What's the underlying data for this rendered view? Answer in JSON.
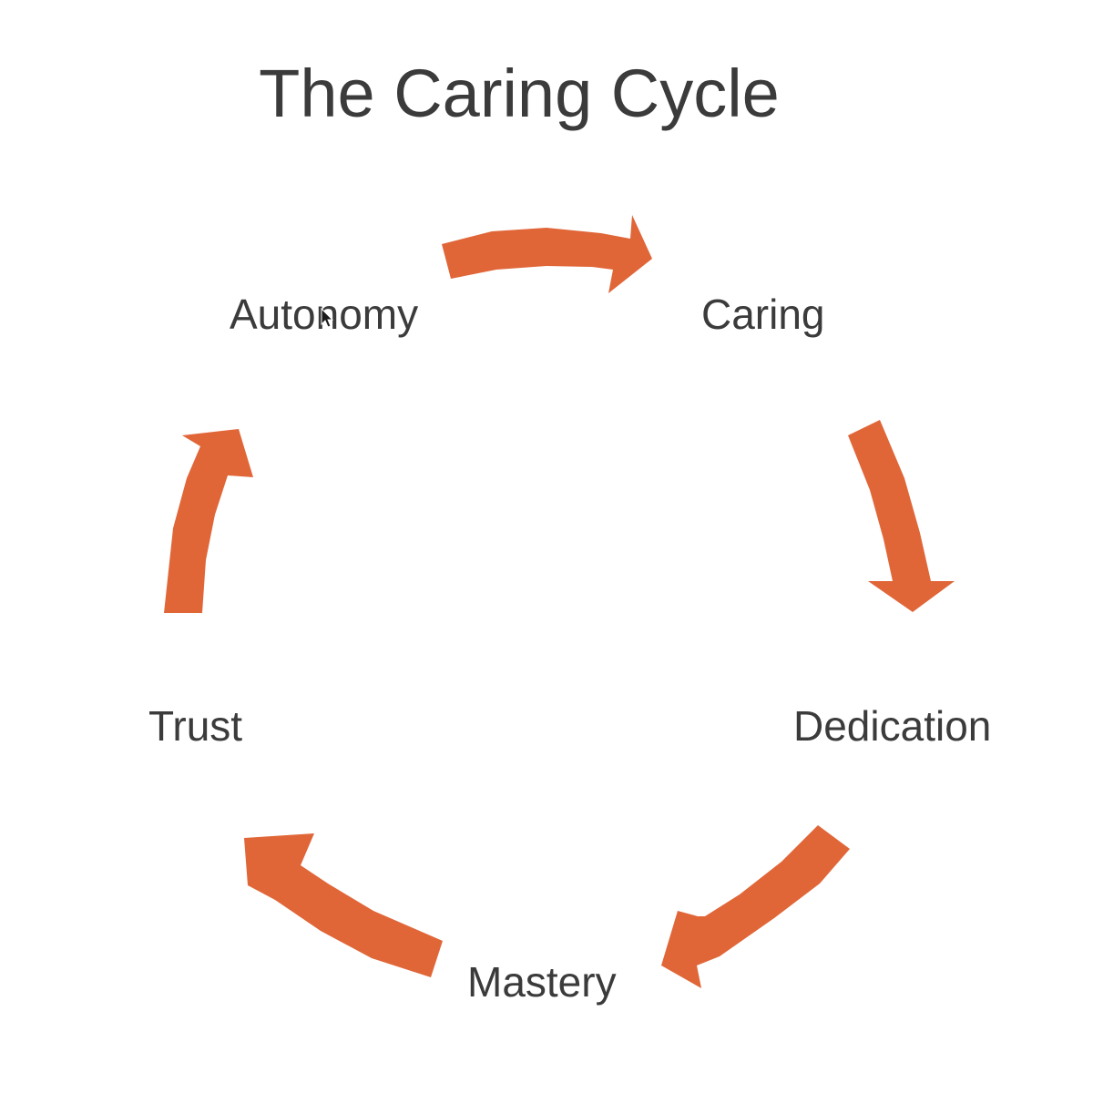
{
  "diagram": {
    "title": "The Caring Cycle",
    "stages": [
      {
        "id": "autonomy",
        "label": "Autonomy"
      },
      {
        "id": "caring",
        "label": "Caring"
      },
      {
        "id": "dedication",
        "label": "Dedication"
      },
      {
        "id": "mastery",
        "label": "Mastery"
      },
      {
        "id": "trust",
        "label": "Trust"
      }
    ],
    "arrow_color": "#e06638",
    "text_color": "#3b3b3b",
    "arrows": [
      {
        "from": "autonomy",
        "to": "caring"
      },
      {
        "from": "caring",
        "to": "dedication"
      },
      {
        "from": "dedication",
        "to": "mastery"
      },
      {
        "from": "mastery",
        "to": "trust"
      },
      {
        "from": "trust",
        "to": "autonomy"
      }
    ]
  },
  "icons": {
    "cursor": "mouse-pointer-icon"
  }
}
